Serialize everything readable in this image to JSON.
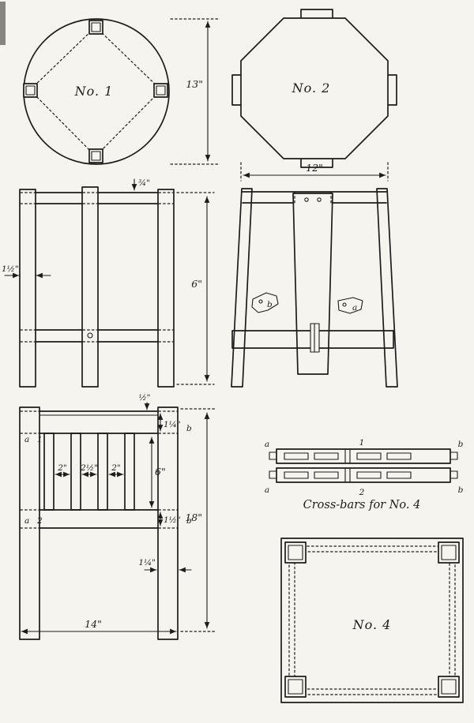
{
  "labels": {
    "no1": "No. 1",
    "no2": "No. 2",
    "no4": "No. 4",
    "crossbars_caption": "Cross-bars for No. 4"
  },
  "dims": {
    "h13": "13\"",
    "w12": "12\"",
    "leg15": "1½\"",
    "rail34": "¾\"",
    "h6": "6\"",
    "half": "½\"",
    "r125_top": "1¼\"",
    "panel6": "6\"",
    "r15_bottom": "1½\"",
    "h18": "18\"",
    "g2a": "2\"",
    "g25": "2½\"",
    "g2b": "2\"",
    "leg125": "1¼\"",
    "w14": "14\""
  },
  "letters": {
    "a": "a",
    "b": "b",
    "n1": "1",
    "n2": "2"
  }
}
